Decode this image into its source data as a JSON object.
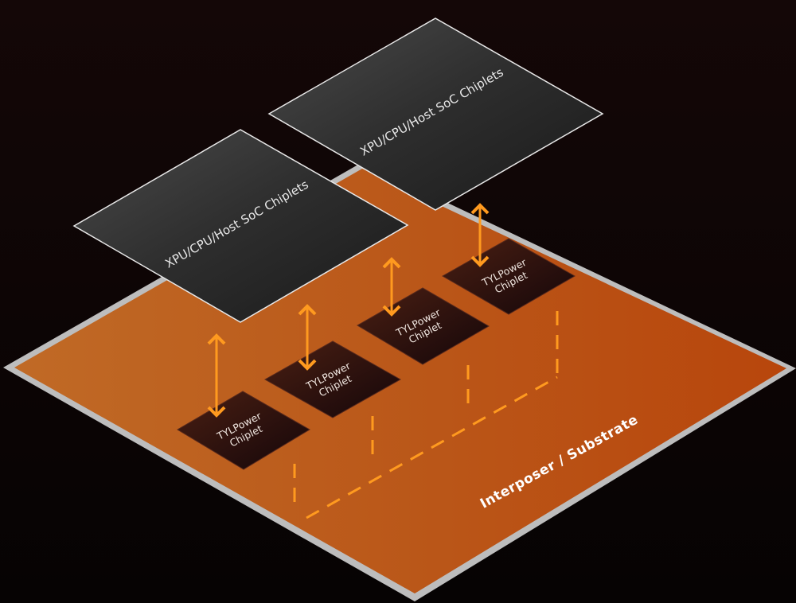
{
  "substrate": {
    "label": "Interposer / Substrate"
  },
  "soc_chiplets": [
    {
      "label": "XPU/CPU/Host SoC Chiplets"
    },
    {
      "label": "XPU/CPU/Host SoC Chiplets"
    }
  ],
  "power_chiplets": [
    {
      "line1": "TYLPower",
      "line2": "Chiplet"
    },
    {
      "line1": "TYLPower",
      "line2": "Chiplet"
    },
    {
      "line1": "TYLPower",
      "line2": "Chiplet"
    },
    {
      "line1": "TYLPower",
      "line2": "Chiplet"
    }
  ],
  "colors": {
    "substrate_fill": "#b8521a",
    "substrate_border": "#bdbdbd",
    "connector": "#ff9a1f",
    "chip_fill": "#2a0d08",
    "soc_fill": "#2c2c2c"
  }
}
